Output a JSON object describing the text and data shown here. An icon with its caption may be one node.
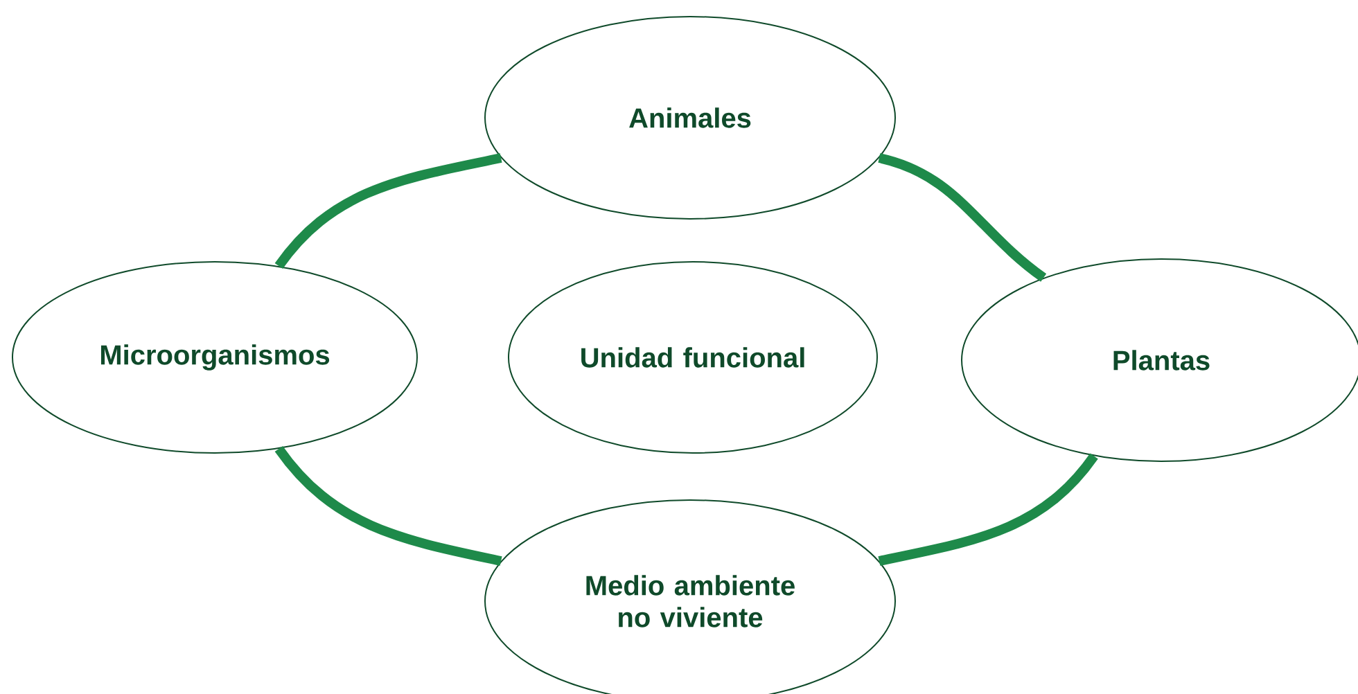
{
  "diagram": {
    "nodes": [
      {
        "text": [
          "Animales"
        ]
      },
      {
        "text": [
          "Microorganismos"
        ]
      },
      {
        "text": [
          "Unidad funcional"
        ]
      },
      {
        "text": [
          "Plantas"
        ]
      },
      {
        "text": [
          "Medio ambiente no viviente"
        ]
      }
    ],
    "edges": [
      {
        "from": 0,
        "to": 3,
        "arrow": "none"
      },
      {
        "from": 3,
        "to": 4,
        "arrow": "none"
      },
      {
        "from": 4,
        "to": 1,
        "arrow": "none"
      },
      {
        "from": 1,
        "to": 0,
        "arrow": "none"
      }
    ]
  }
}
